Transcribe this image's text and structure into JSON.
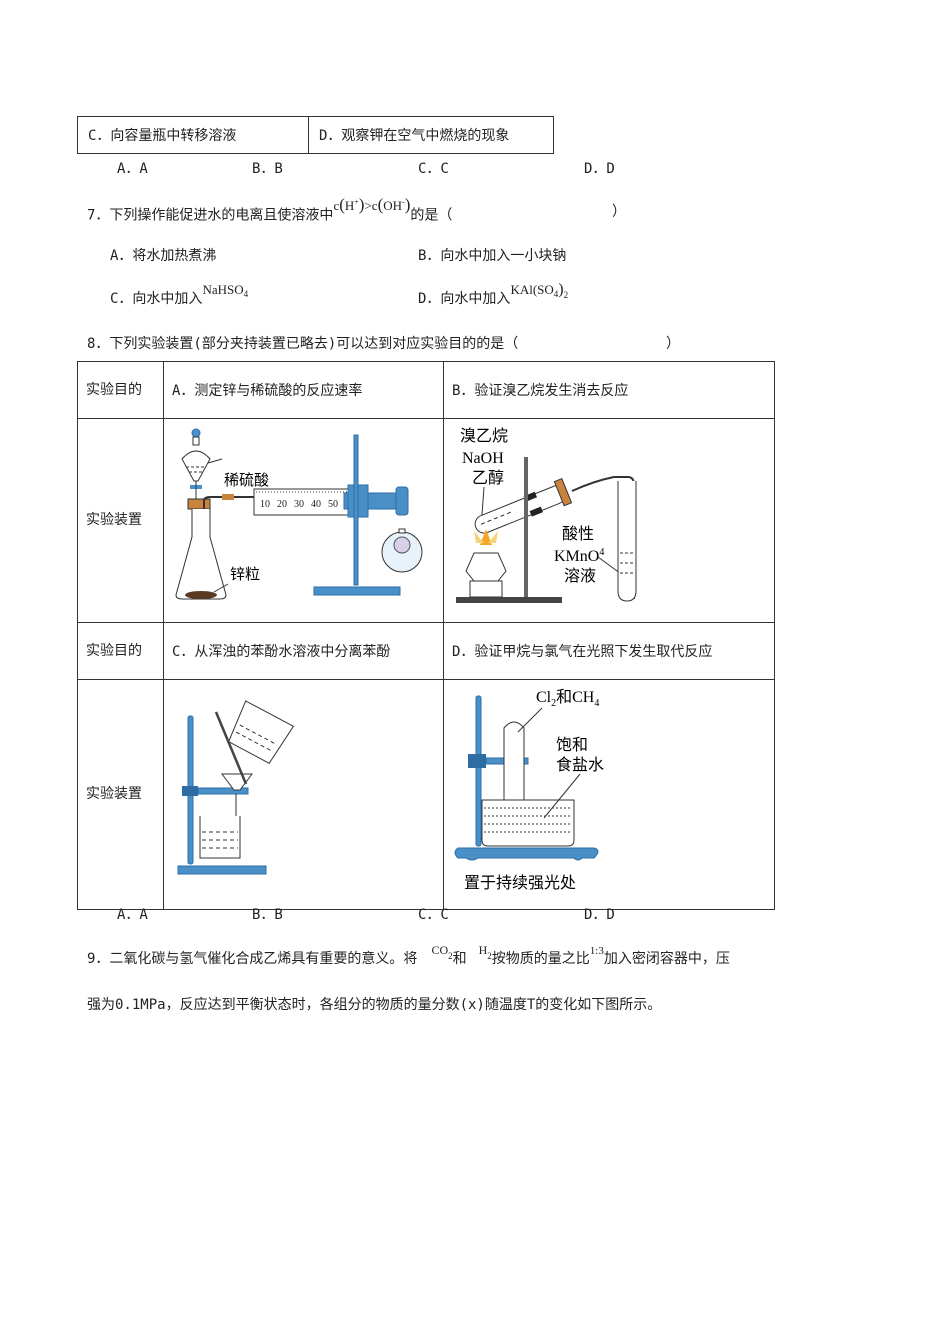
{
  "q6_tail": {
    "table": [
      {
        "label": "C．向容量瓶中转移溶液"
      },
      {
        "label": "D．观察钾在空气中燃烧的现象"
      }
    ],
    "options": [
      "A．A",
      "B．B",
      "C．C",
      "D．D"
    ]
  },
  "q7": {
    "stem_before": "7．下列操作能促进水的电离且使溶液中",
    "formula": {
      "c1": "c",
      "h": "H",
      "h_charge": "+",
      "gt": ">c",
      "oh": "OH",
      "oh_charge": "-"
    },
    "stem_after": "的是（",
    "paren_close": "）",
    "options": {
      "A": "A．将水加热煮沸",
      "B": "B．向水中加入一小块钠",
      "C": "C．向水中加入",
      "C_formula": "NaHSO",
      "C_sub": "4",
      "D": "D．向水中加入",
      "D_formula": "KAl(SO",
      "D_sub": "4",
      "D_close": ")",
      "D_sub2": "2"
    }
  },
  "q8": {
    "stem": "8．下列实验装置(部分夹持装置已略去)可以达到对应实验目的的是（",
    "paren_close": "）",
    "row_labels": {
      "purpose": "实验目的",
      "apparatus": "实验装置"
    },
    "purposes": {
      "A": "A．测定锌与稀硫酸的反应速率",
      "B": "B．验证溴乙烷发生消去反应",
      "C": "C．从浑浊的苯酚水溶液中分离苯酚",
      "D": "D．验证甲烷与氯气在光照下发生取代反应"
    },
    "figure_labels": {
      "A": {
        "acid": "稀硫酸",
        "zinc": "锌粒",
        "scale": [
          "10",
          "20",
          "30",
          "40",
          "50"
        ]
      },
      "B": {
        "reagent1": "溴乙烷",
        "reagent2": "NaOH",
        "reagent3": "乙醇",
        "sol1": "酸性",
        "sol2": "KMnO",
        "sol2_sub": "4",
        "sol3": "溶液"
      },
      "D": {
        "gas": "Cl",
        "gas_sub": "2",
        "gas_and": "和CH",
        "gas_sub2": "4",
        "water1": "饱和",
        "water2": "食盐水",
        "caption": "置于持续强光处"
      }
    },
    "options": [
      "A．A",
      "B．B",
      "C．C",
      "D．D"
    ]
  },
  "q9": {
    "line1_a": "9．二氧化碳与氢气催化合成乙烯具有重要的意义。将",
    "co2": "CO",
    "co2_sub": "2",
    "and": "和",
    "h2": "H",
    "h2_sub": "2",
    "line1_b": "按物质的量之比",
    "ratio": "1:3",
    "line1_c": "加入密闭容器中，压",
    "line2": "强为0.1MPa，反应达到平衡状态时，各组分的物质的量分数(x)随温度T的变化如下图所示。"
  },
  "colors": {
    "apparatus_blue": "#4a90c8",
    "apparatus_dark": "#2e6da4",
    "flame": "#f5a623",
    "cork": "#c8843c",
    "border": "#333333"
  }
}
